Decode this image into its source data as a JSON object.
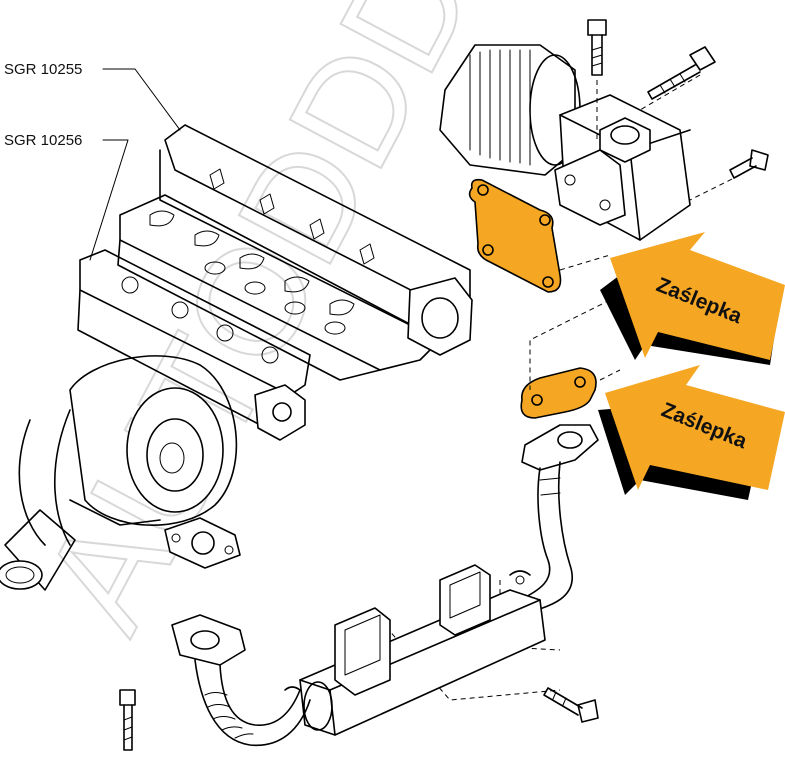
{
  "part_labels": [
    "SGR 10255",
    "SGR 10256"
  ],
  "callouts": [
    {
      "text": "Zaślepka"
    },
    {
      "text": "Zaślepka"
    }
  ],
  "watermark": "AUTODDD",
  "colors": {
    "highlight": "#f5a623",
    "ink": "#000000",
    "watermark": "#d8d8d8",
    "background": "#ffffff"
  }
}
